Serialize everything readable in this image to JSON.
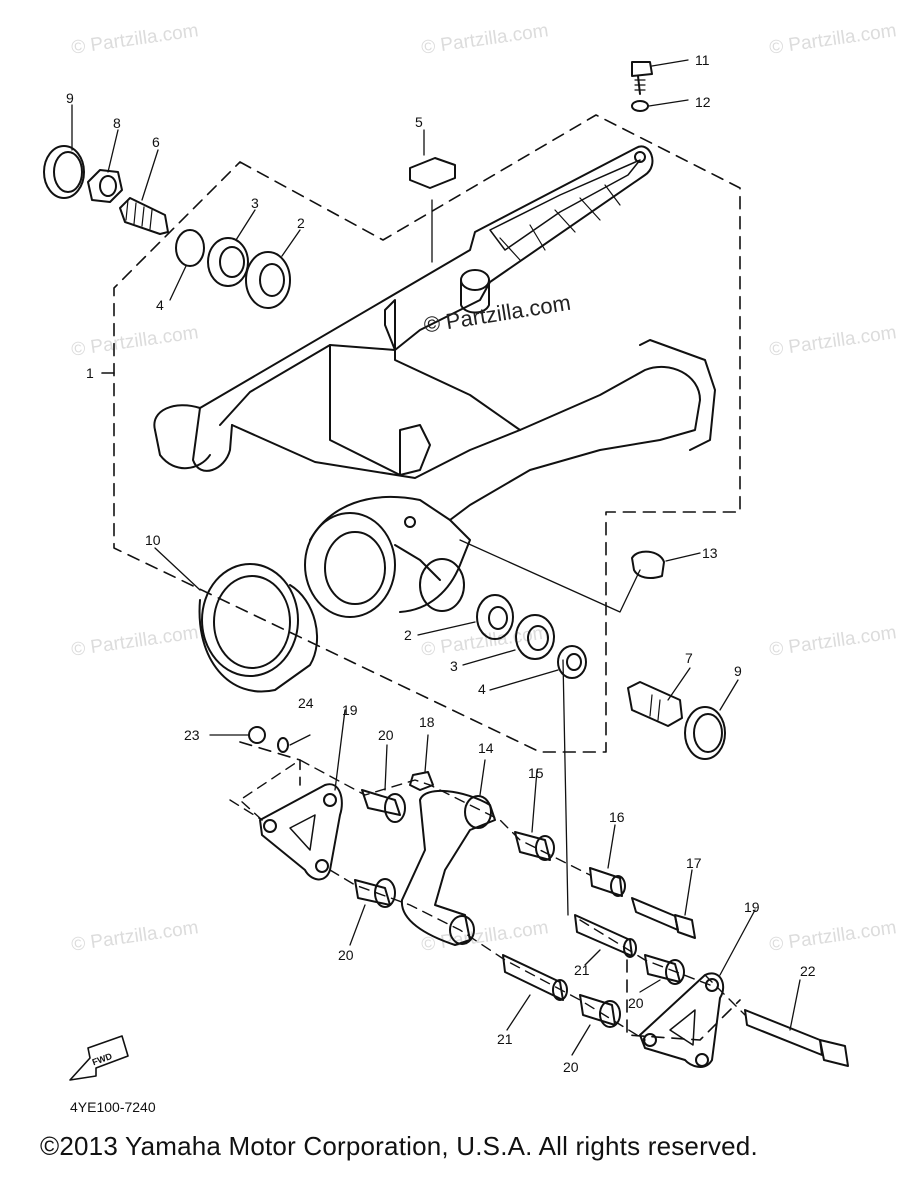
{
  "watermark": "© Partzilla.com",
  "watermark_main": "© Partzilla.com",
  "callouts": {
    "c1": "1",
    "c2a": "2",
    "c2b": "2",
    "c3a": "3",
    "c3b": "3",
    "c4a": "4",
    "c4b": "4",
    "c5": "5",
    "c6": "6",
    "c7": "7",
    "c8": "8",
    "c9a": "9",
    "c9b": "9",
    "c10": "10",
    "c11": "11",
    "c12": "12",
    "c13": "13",
    "c14": "14",
    "c15": "15",
    "c16": "16",
    "c17": "17",
    "c18": "18",
    "c19a": "19",
    "c19b": "19",
    "c20a": "20",
    "c20b": "20",
    "c20c": "20",
    "c20d": "20",
    "c21a": "21",
    "c21b": "21",
    "c22": "22",
    "c23": "23",
    "c24": "24"
  },
  "fwd_label": "FWD",
  "diagram_code": "4YE100-7240",
  "copyright": "©2013 Yamaha Motor Corporation, U.S.A. All rights reserved."
}
